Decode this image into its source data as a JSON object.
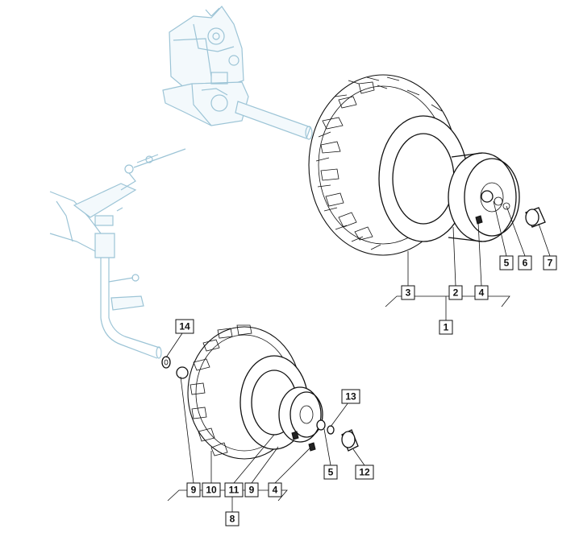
{
  "labels": {
    "l1": "1",
    "l2": "2",
    "l3": "3",
    "l4a": "4",
    "l5a": "5",
    "l6": "6",
    "l7": "7",
    "l8": "8",
    "l9a": "9",
    "l10": "10",
    "l11": "11",
    "l9b": "9",
    "l4b": "4",
    "l5b": "5",
    "l12": "12",
    "l13": "13",
    "l14": "14"
  }
}
